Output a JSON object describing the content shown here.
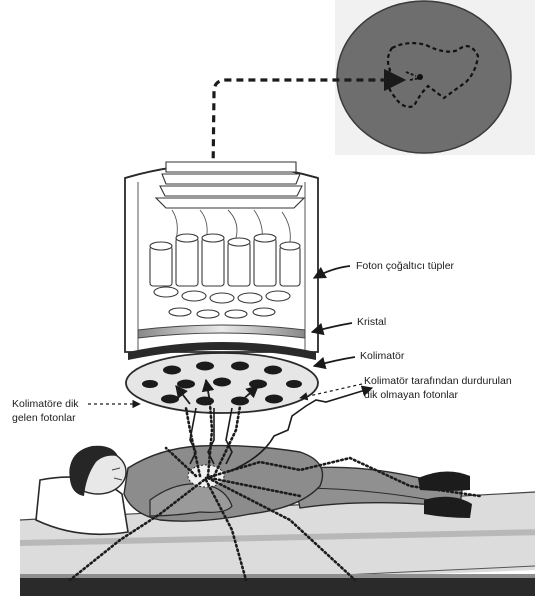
{
  "labels": {
    "photomultiplier": "Foton çoğaltıcı tüpler",
    "crystal": "Kristal",
    "collimator": "Kolimatör",
    "perpendicular_line1": "Kolimatöre dik",
    "perpendicular_line2": "gelen fotonlar",
    "stopped_line1": "Kolimatör tarafından durdurulan",
    "stopped_line2": "dik olmayan fotonlar"
  },
  "colors": {
    "image_disc": "#6e6e6e",
    "organ_outline": "#161616",
    "photon_path": "#1c1c1c",
    "gown": "#8c8c8c",
    "hair": "#262626",
    "table": "#c9c9c9",
    "background": "#ffffff"
  },
  "icons": {
    "arrow": "arrow-icon",
    "pillow": "pillow-icon",
    "shoe": "shoe-icon"
  }
}
